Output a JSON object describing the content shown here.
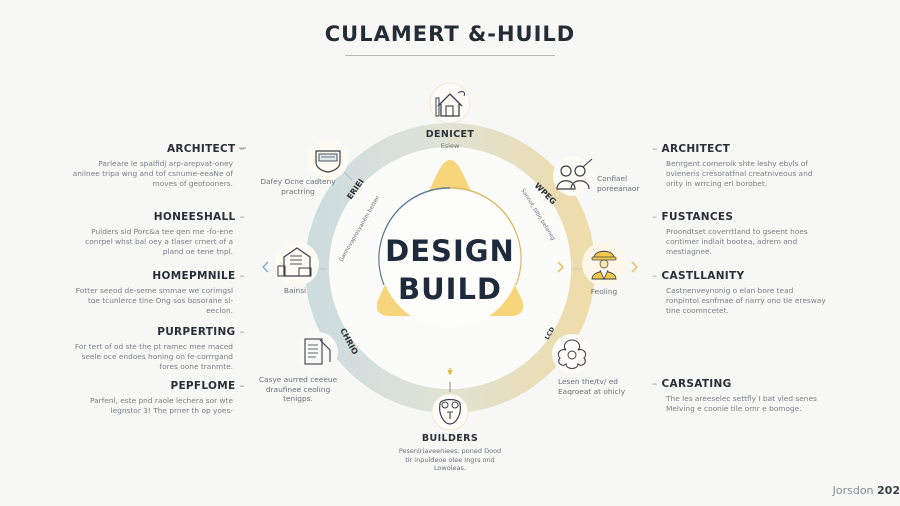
{
  "header": {
    "title": "CULAMERT &-HUILD"
  },
  "center": {
    "line1": "DESIGN",
    "line2": "BUILD"
  },
  "left_panel": {
    "items": [
      {
        "heading": "ARCHITECT",
        "body": "Parleare le spalfidj arp-arepvat-oney anilnee tripa wng and tof csnume-eeaNe of moves of geotooners."
      },
      {
        "heading": "HONEESHALL",
        "body": "Pulders sid Porc&a tee qen me -fo-ene conrpel whst bal oey a tlaser crnert of a pland oe tene tnpl."
      },
      {
        "heading": "HOMEPMNILE",
        "body": "Fotter seeod de-seme smmae we corimgsl toe tcunlerce tine Ong sos bosorane sl-eeclon."
      },
      {
        "heading": "PURPERTING",
        "body": "For tert of od ste the pt ramec mee maced seele oce endoes honing on fe-corrrgand fores oone tranmte."
      },
      {
        "heading": "PEPFLOME",
        "body": "Parfenl, este pnd raole lechera sor wte legnstor 3! The prner th op yoes-"
      }
    ]
  },
  "right_panel": {
    "items": [
      {
        "heading": "ARCHITECT",
        "body": "Benrgent comeroik shte leshy ebvls of ovleneris cresoratfnal creatniveous and ority in wrrcing erl borobet."
      },
      {
        "heading": "FUSTANCES",
        "body": "Proondtset coverrtland to gseent hoes contimer indlait bootea, adrem and mestiagnee."
      },
      {
        "heading": "CASTLLANITY",
        "body": "Castnenveynonig o elan bore tead ronpintol esnfmae of narry ono tle eresway tine coomncetet."
      },
      {
        "heading": "CARSATING",
        "body": "The les areeselec settfly I bat vled senes Melving e coonie tile ornr e bomoge."
      }
    ]
  },
  "nodes": {
    "top": {
      "title": "DENICET",
      "subtitle": "Esiew"
    },
    "upper_left": {
      "label": "Dafey Ocne cadteny practring"
    },
    "left": {
      "label": "Bainsi"
    },
    "lower_left": {
      "label": "Casye aurred ceeeue draufinee ceoling tenigps."
    },
    "bottom": {
      "title": "BUILDERS",
      "label": "Pesenlriaveeniees: poned Dood tir inpuldeoe olee Ingrs ond Lowoleas."
    },
    "lower_right": {
      "label": "Lesen the/tv/ ed Eaqroeat at ohicly"
    },
    "right": {
      "label": "Feoling"
    },
    "upper_right": {
      "label": "Confiael poreeanaor"
    }
  },
  "ring_labels": {
    "upper_left_bold": "ERIEI",
    "upper_left_small": "Gannovaprosyanem betten",
    "upper_right_bold": "WPEG",
    "upper_right_small": "Sannot, tilbe betaneg",
    "lower_left_bold": "CHRIO",
    "lower_right_bold": "LCD"
  },
  "footer": {
    "author": "Jorsdon",
    "year": "202"
  },
  "colors": {
    "ring_blue": "#cfdcdf",
    "ring_gold": "#ecdcaf",
    "triangle": "#f7d57a",
    "text_dark": "#1f2a3a",
    "accent_gold": "#e3b73c",
    "arrow_blue": "#8fb7d6"
  }
}
